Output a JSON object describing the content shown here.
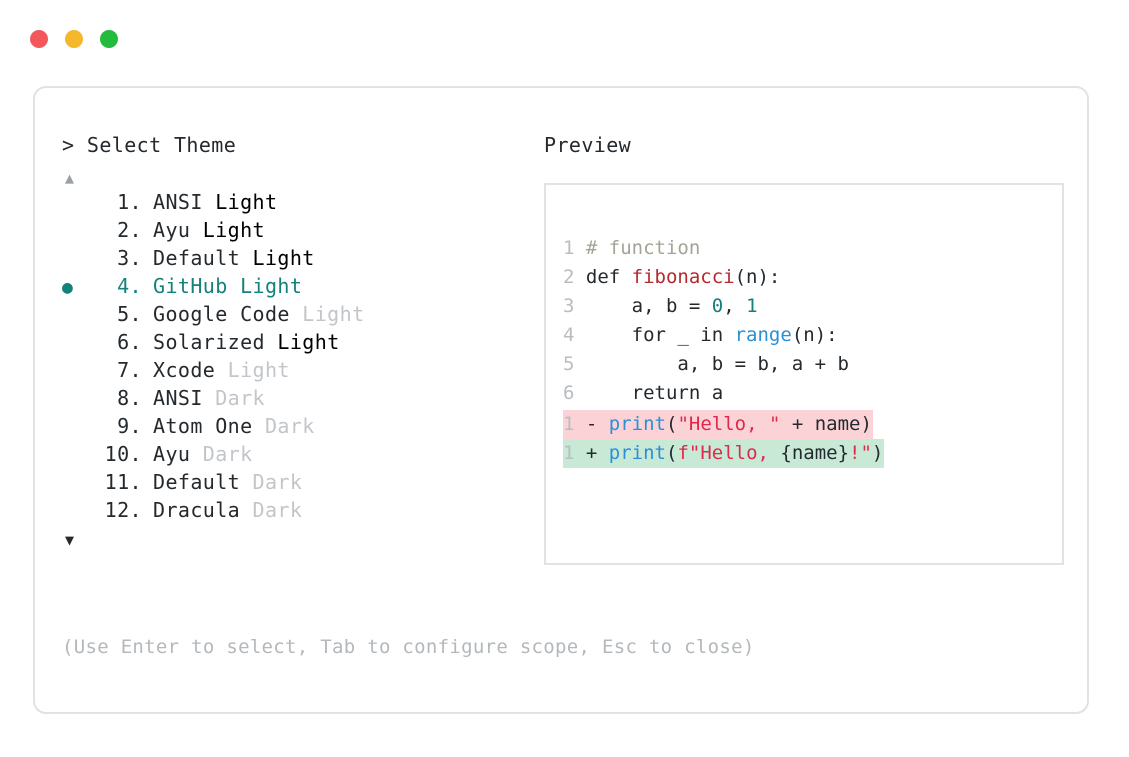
{
  "window": {
    "traffic_lights": [
      {
        "name": "close-dot",
        "color": "#f2585b"
      },
      {
        "name": "minimize-dot",
        "color": "#f5b72c"
      },
      {
        "name": "maximize-dot",
        "color": "#23bb3e"
      }
    ]
  },
  "selector": {
    "prompt": "> Select Theme",
    "scroll_up_icon": "▲",
    "scroll_down_icon": "▼",
    "selected_index": 4,
    "bullet_icon": "●",
    "items": [
      {
        "number": "1.",
        "name": "ANSI",
        "suffix": "Light",
        "suffix_dim": false,
        "selected": false
      },
      {
        "number": "2.",
        "name": "Ayu",
        "suffix": "Light",
        "suffix_dim": false,
        "selected": false
      },
      {
        "number": "3.",
        "name": "Default",
        "suffix": "Light",
        "suffix_dim": false,
        "selected": false
      },
      {
        "number": "4.",
        "name": "GitHub",
        "suffix": "Light",
        "suffix_dim": false,
        "selected": true
      },
      {
        "number": "5.",
        "name": "Google Code",
        "suffix": "Light",
        "suffix_dim": true,
        "selected": false
      },
      {
        "number": "6.",
        "name": "Solarized",
        "suffix": "Light",
        "suffix_dim": false,
        "selected": false
      },
      {
        "number": "7.",
        "name": "Xcode",
        "suffix": "Light",
        "suffix_dim": true,
        "selected": false
      },
      {
        "number": "8.",
        "name": "ANSI",
        "suffix": "Dark",
        "suffix_dim": true,
        "selected": false
      },
      {
        "number": "9.",
        "name": "Atom One",
        "suffix": "Dark",
        "suffix_dim": true,
        "selected": false
      },
      {
        "number": "10.",
        "name": "Ayu",
        "suffix": "Dark",
        "suffix_dim": true,
        "selected": false
      },
      {
        "number": "11.",
        "name": "Default",
        "suffix": "Dark",
        "suffix_dim": true,
        "selected": false
      },
      {
        "number": "12.",
        "name": "Dracula",
        "suffix": "Dark",
        "suffix_dim": true,
        "selected": false
      }
    ],
    "hint": "(Use Enter to select, Tab to configure scope, Esc to close)"
  },
  "preview": {
    "label": "Preview",
    "code_lines": [
      {
        "ln": "1",
        "tokens": [
          {
            "t": "# function",
            "c": "comment"
          }
        ]
      },
      {
        "ln": "2",
        "tokens": [
          {
            "t": "def ",
            "c": "plain"
          },
          {
            "t": "fibonacci",
            "c": "func"
          },
          {
            "t": "(n):",
            "c": "plain"
          }
        ]
      },
      {
        "ln": "3",
        "tokens": [
          {
            "t": "    a, b = ",
            "c": "plain"
          },
          {
            "t": "0",
            "c": "num"
          },
          {
            "t": ", ",
            "c": "plain"
          },
          {
            "t": "1",
            "c": "num"
          }
        ]
      },
      {
        "ln": "4",
        "tokens": [
          {
            "t": "    for _ in ",
            "c": "plain"
          },
          {
            "t": "range",
            "c": "builtin"
          },
          {
            "t": "(n):",
            "c": "plain"
          }
        ]
      },
      {
        "ln": "5",
        "tokens": [
          {
            "t": "        a, b = b, a + b",
            "c": "plain"
          }
        ]
      },
      {
        "ln": "6",
        "tokens": [
          {
            "t": "    return a",
            "c": "plain"
          }
        ]
      }
    ],
    "diff_lines": [
      {
        "ln": "1",
        "marker": "-",
        "kind": "del",
        "tokens": [
          {
            "t": "print",
            "c": "builtin"
          },
          {
            "t": "(",
            "c": "plain"
          },
          {
            "t": "\"Hello, \"",
            "c": "str"
          },
          {
            "t": " + name)",
            "c": "plain"
          }
        ]
      },
      {
        "ln": "1",
        "marker": "+",
        "kind": "add",
        "tokens": [
          {
            "t": "print",
            "c": "builtin"
          },
          {
            "t": "(",
            "c": "plain"
          },
          {
            "t": "f\"Hello, ",
            "c": "str"
          },
          {
            "t": "{name}",
            "c": "plain"
          },
          {
            "t": "!\"",
            "c": "str"
          },
          {
            "t": ")",
            "c": "plain"
          }
        ]
      }
    ]
  },
  "colors": {
    "accent_teal": "#14827b",
    "diff_del_bg": "#fbd3d7",
    "diff_add_bg": "#c9e9d7",
    "text": "#24292e",
    "muted": "#b4b8bb",
    "border": "#e2e2e2"
  }
}
